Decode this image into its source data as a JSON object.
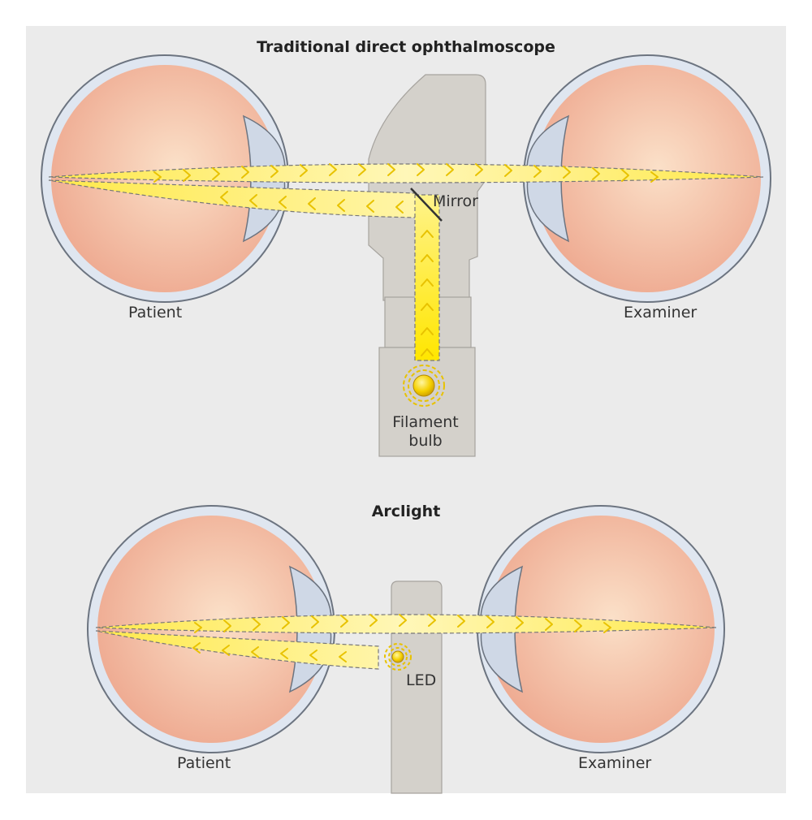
{
  "panels": [
    {
      "title": "Traditional direct ophthalmoscope",
      "labels": {
        "patient": "Patient",
        "examiner": "Examiner",
        "mirror": "Mirror",
        "source_line1": "Filament",
        "source_line2": "bulb"
      }
    },
    {
      "title": "Arclight",
      "labels": {
        "patient": "Patient",
        "examiner": "Examiner",
        "source": "LED"
      }
    }
  ],
  "colors": {
    "background": "#ebebeb",
    "device": "#d4d1cb",
    "eye_fill": "#f1b7a1",
    "sclera_ring": "#dfe6f0",
    "cornea": "#cfd8e6",
    "beam": "#fff176",
    "chevron": "#e8c200"
  }
}
